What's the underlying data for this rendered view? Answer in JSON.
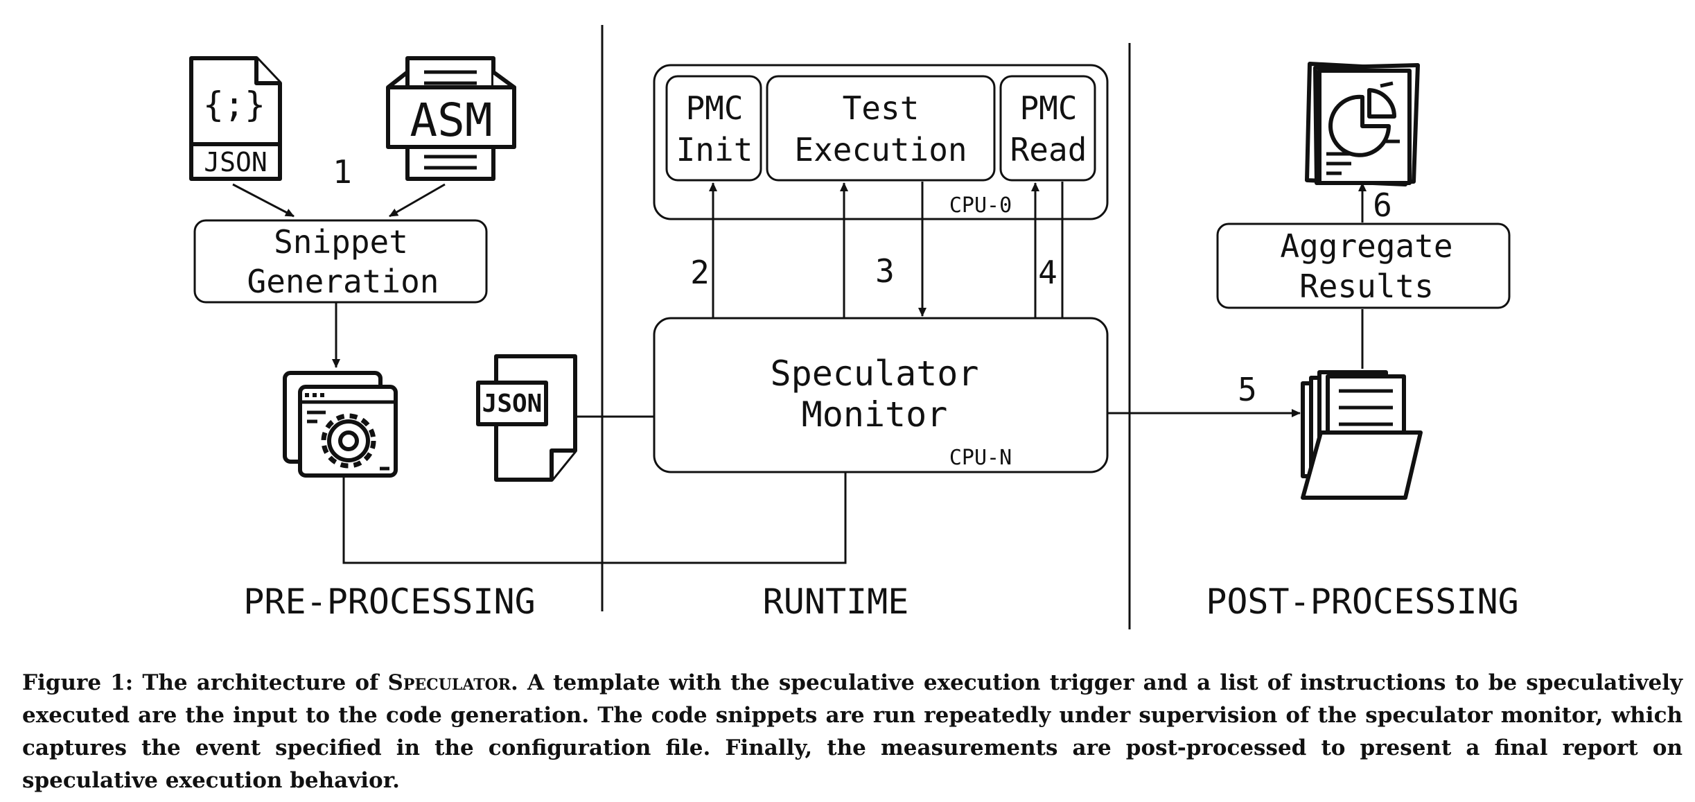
{
  "diagram": {
    "phases": {
      "pre": "PRE-PROCESSING",
      "runtime": "RUNTIME",
      "post": "POST-PROCESSING"
    },
    "boxes": {
      "snippet_generation": [
        "Snippet",
        "Generation"
      ],
      "pmc_init": [
        "PMC",
        "Init"
      ],
      "test_execution": [
        "Test",
        "Execution"
      ],
      "pmc_read": [
        "PMC",
        "Read"
      ],
      "speculator_monitor": [
        "Speculator",
        "Monitor"
      ],
      "aggregate_results": [
        "Aggregate",
        "Results"
      ]
    },
    "cpu_labels": {
      "cpu0": "CPU-0",
      "cpun": "CPU-N"
    },
    "step_labels": {
      "s1": "1",
      "s2": "2",
      "s3": "3",
      "s4": "4",
      "s5": "5",
      "s6": "6"
    },
    "icon_text": {
      "json_braces": "{;}",
      "json": "JSON",
      "asm": "ASM",
      "json2": "JSON"
    },
    "icons": [
      "json-file-icon",
      "asm-file-icon",
      "code-settings-icon",
      "json-config-file-icon",
      "report-chart-icon",
      "folder-files-icon"
    ]
  },
  "caption": {
    "prefix": "Figure 1: The architecture of ",
    "name": "Speculator",
    "rest": ". A template with the speculative execution trigger and a list of instructions to be speculatively executed are the input to the code generation. The code snippets are run repeatedly under supervision of the speculator monitor, which captures the event specified in the configuration file. Finally, the measurements are post-processed to present a final report on speculative execution behavior."
  }
}
